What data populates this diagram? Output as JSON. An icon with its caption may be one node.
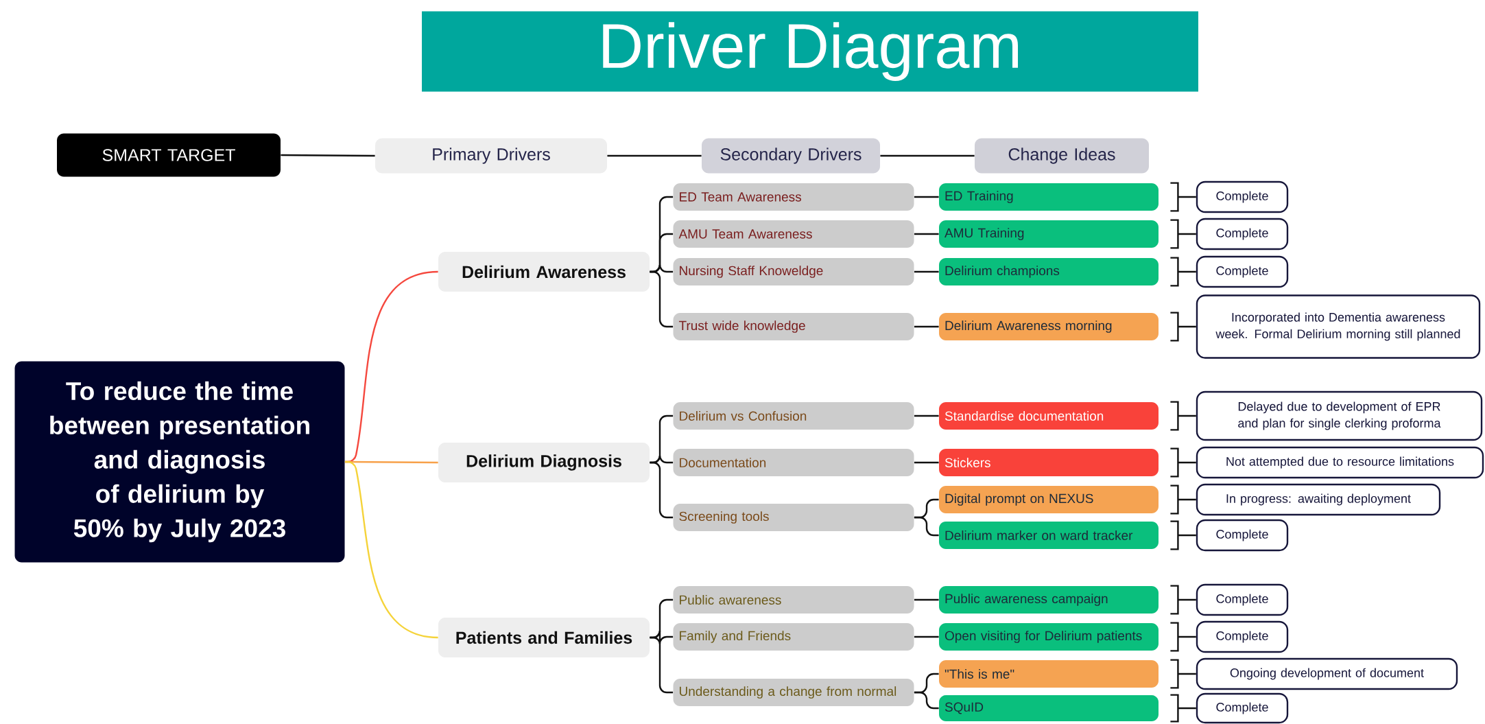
{
  "diagram": {
    "title": "Driver Diagram",
    "nodes": [
      {
        "text": [
          "SMART TARGET"
        ]
      },
      {
        "text": [
          "Primary Drivers"
        ]
      },
      {
        "text": [
          "Secondary Drivers"
        ]
      },
      {
        "text": [
          "Change Ideas"
        ]
      },
      {
        "text": [
          "To reduce the time between presentation and diagnosis of delirium by 50% by July 2023"
        ]
      },
      {
        "text": [
          "Delirium Awareness"
        ]
      },
      {
        "text": [
          "ED Team Awareness"
        ]
      },
      {
        "text": [
          "ED Training"
        ]
      },
      {
        "text": [
          "Complete"
        ]
      },
      {
        "text": [
          "AMU Team Awareness"
        ]
      },
      {
        "text": [
          "AMU Training"
        ]
      },
      {
        "text": [
          "Complete"
        ]
      },
      {
        "text": [
          "Nursing Staff Knoweldge"
        ]
      },
      {
        "text": [
          "Delirium champions"
        ]
      },
      {
        "text": [
          "Complete"
        ]
      },
      {
        "text": [
          "Trust wide knowledge"
        ]
      },
      {
        "text": [
          "Delirium Awareness morning"
        ]
      },
      {
        "text": [
          "Incorporated into Dementia awareness week. Formal Delirium morning still planned"
        ]
      },
      {
        "text": [
          "Delirium Diagnosis"
        ]
      },
      {
        "text": [
          "Delirium vs Confusion"
        ]
      },
      {
        "text": [
          "Standardise documentation"
        ]
      },
      {
        "text": [
          "Delayed due to development of EPR and plan for single clerking proforma"
        ]
      },
      {
        "text": [
          "Documentation"
        ]
      },
      {
        "text": [
          "Stickers"
        ]
      },
      {
        "text": [
          "Not attempted due to resource limitations"
        ]
      },
      {
        "text": [
          "Screening tools"
        ]
      },
      {
        "text": [
          "Digital prompt on NEXUS"
        ]
      },
      {
        "text": [
          "In progress: awaiting deployment"
        ]
      },
      {
        "text": [
          "Delirium marker on ward tracker"
        ]
      },
      {
        "text": [
          "Complete"
        ]
      },
      {
        "text": [
          "Patients and Families"
        ]
      },
      {
        "text": [
          "Public awareness"
        ]
      },
      {
        "text": [
          "Public awareness campaign"
        ]
      },
      {
        "text": [
          "Complete"
        ]
      },
      {
        "text": [
          "Family and Friends"
        ]
      },
      {
        "text": [
          "Open visiting for Delirium patients"
        ]
      },
      {
        "text": [
          "Complete"
        ]
      },
      {
        "text": [
          "Understanding a change from normal"
        ]
      },
      {
        "text": [
          "\"This is me\""
        ]
      },
      {
        "text": [
          "Ongoing development of document"
        ]
      },
      {
        "text": [
          "SQuID"
        ]
      },
      {
        "text": [
          "Complete"
        ]
      }
    ],
    "edges": [
      {
        "from": 0,
        "to": 1,
        "arrow": "none"
      },
      {
        "from": 1,
        "to": 2,
        "arrow": "none"
      },
      {
        "from": 2,
        "to": 3,
        "arrow": "none"
      },
      {
        "from": 4,
        "to": 5,
        "arrow": "none",
        "color": "#f5483e"
      },
      {
        "from": 4,
        "to": 18,
        "arrow": "none",
        "color": "#f7a14a"
      },
      {
        "from": 4,
        "to": 30,
        "arrow": "none",
        "color": "#f5d33a"
      },
      {
        "from": 5,
        "to": 6,
        "arrow": "none"
      },
      {
        "from": 5,
        "to": 9,
        "arrow": "none"
      },
      {
        "from": 5,
        "to": 12,
        "arrow": "none"
      },
      {
        "from": 5,
        "to": 15,
        "arrow": "none"
      },
      {
        "from": 6,
        "to": 7,
        "arrow": "none"
      },
      {
        "from": 9,
        "to": 10,
        "arrow": "none"
      },
      {
        "from": 12,
        "to": 13,
        "arrow": "none"
      },
      {
        "from": 15,
        "to": 16,
        "arrow": "none"
      },
      {
        "from": 7,
        "to": 8,
        "arrow": "none"
      },
      {
        "from": 10,
        "to": 11,
        "arrow": "none"
      },
      {
        "from": 13,
        "to": 14,
        "arrow": "none"
      },
      {
        "from": 16,
        "to": 17,
        "arrow": "none"
      },
      {
        "from": 18,
        "to": 19,
        "arrow": "none"
      },
      {
        "from": 18,
        "to": 22,
        "arrow": "none"
      },
      {
        "from": 18,
        "to": 25,
        "arrow": "none"
      },
      {
        "from": 19,
        "to": 20,
        "arrow": "none"
      },
      {
        "from": 22,
        "to": 23,
        "arrow": "none"
      },
      {
        "from": 25,
        "to": 26,
        "arrow": "none"
      },
      {
        "from": 25,
        "to": 28,
        "arrow": "none"
      },
      {
        "from": 20,
        "to": 21,
        "arrow": "none"
      },
      {
        "from": 23,
        "to": 24,
        "arrow": "none"
      },
      {
        "from": 26,
        "to": 27,
        "arrow": "none"
      },
      {
        "from": 28,
        "to": 29,
        "arrow": "none"
      },
      {
        "from": 30,
        "to": 31,
        "arrow": "none"
      },
      {
        "from": 30,
        "to": 34,
        "arrow": "none"
      },
      {
        "from": 30,
        "to": 37,
        "arrow": "none"
      },
      {
        "from": 31,
        "to": 32,
        "arrow": "none"
      },
      {
        "from": 34,
        "to": 35,
        "arrow": "none"
      },
      {
        "from": 37,
        "to": 38,
        "arrow": "none"
      },
      {
        "from": 37,
        "to": 40,
        "arrow": "none"
      },
      {
        "from": 32,
        "to": 33,
        "arrow": "none"
      },
      {
        "from": 35,
        "to": 36,
        "arrow": "none"
      },
      {
        "from": 38,
        "to": 39,
        "arrow": "none"
      },
      {
        "from": 40,
        "to": 41,
        "arrow": "none"
      }
    ]
  }
}
